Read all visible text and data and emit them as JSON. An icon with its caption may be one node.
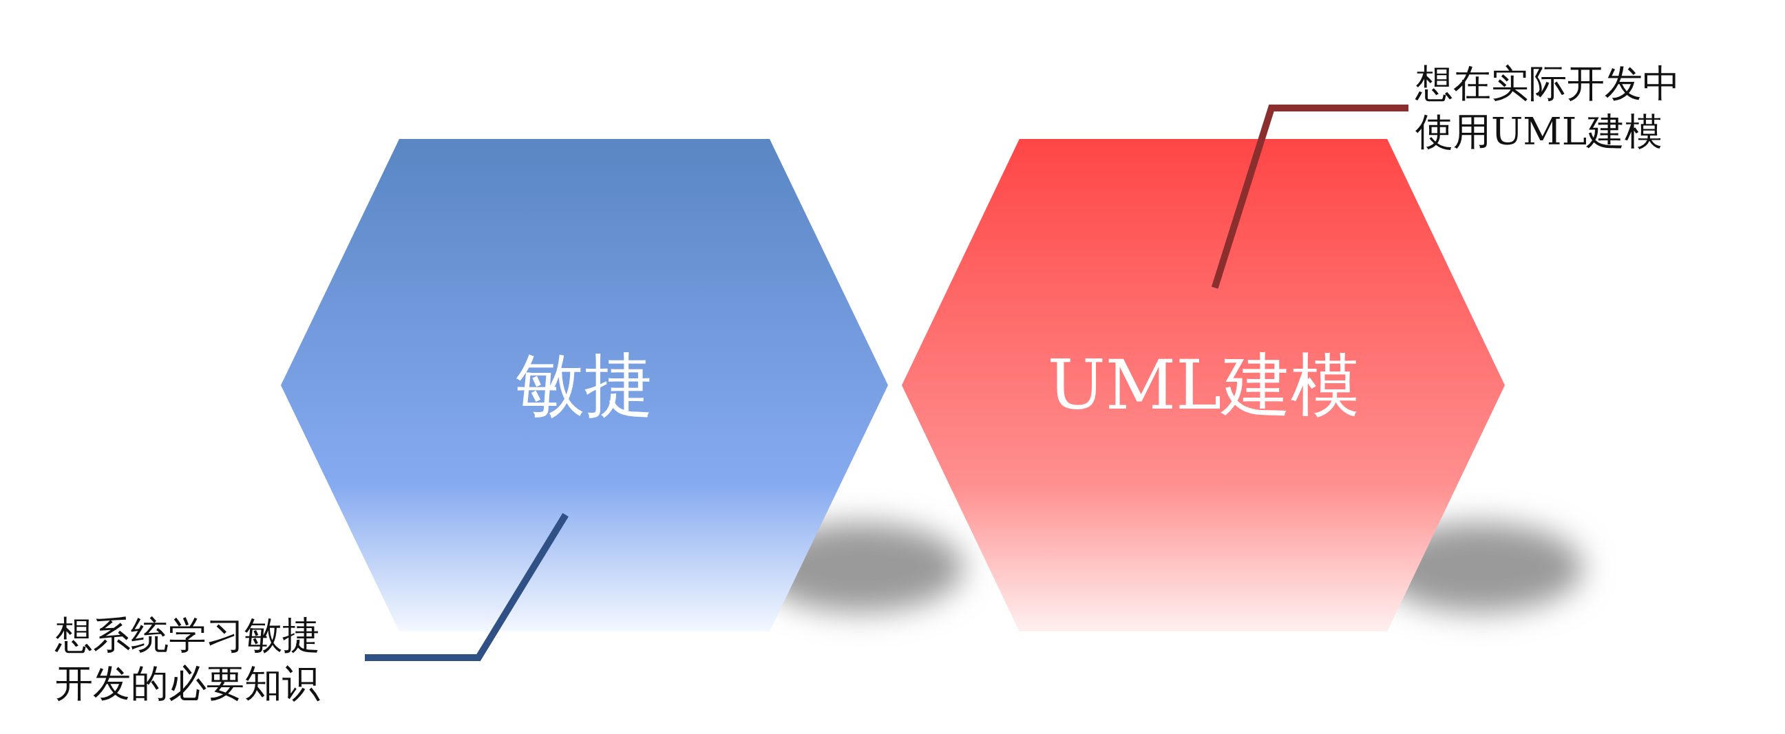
{
  "diagram": {
    "nodes": [
      {
        "text": [
          "想在实际开发中使用UML建模"
        ]
      },
      {
        "text": [
          "敏捷"
        ]
      },
      {
        "text": [
          "UML建模"
        ]
      },
      {
        "text": [
          "想系统学习敏捷开发的必要知识"
        ]
      }
    ],
    "edges": [
      {
        "from": 0,
        "to": 2,
        "arrow": "none",
        "color": "#8b2e2e"
      },
      {
        "from": 3,
        "to": 1,
        "arrow": "none",
        "color": "#2f5185"
      }
    ]
  }
}
